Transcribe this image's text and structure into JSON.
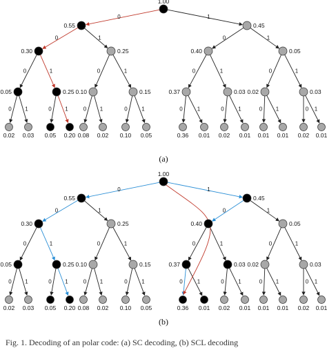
{
  "colors": {
    "black_node": "#000000",
    "gray_node": "#a8a8a8",
    "edge": "#222222",
    "path_red": "#c0392b",
    "path_blue": "#2b8fd6"
  },
  "panel_a": {
    "caption": "(a)",
    "probs": [
      "1.00",
      "0.55",
      "0.45",
      "0.30",
      "0.25",
      "0.40",
      "0.05",
      "0.05",
      "0.25",
      "0.10",
      "0.15",
      "0.37",
      "0.03",
      "0.02",
      "0.03"
    ],
    "leaves": [
      "0.02",
      "0.03",
      "0.05",
      "0.20",
      "0.08",
      "0.02",
      "0.10",
      "0.05",
      "0.36",
      "0.01",
      "0.02",
      "0.01",
      "0.01",
      "0.01",
      "0.02",
      "0.01"
    ],
    "black": [
      0,
      1,
      3,
      7,
      8
    ],
    "black_leaves": [
      2,
      3
    ],
    "red_edges": [
      [
        0,
        1
      ],
      [
        1,
        3
      ],
      [
        3,
        8
      ],
      [
        8,
        "L3"
      ]
    ],
    "blue_edges": [],
    "curve": false
  },
  "panel_b": {
    "caption": "(b)",
    "probs": [
      "1.00",
      "0.55",
      "0.45",
      "0.30",
      "0.25",
      "0.40",
      "0.05",
      "0.05",
      "0.25",
      "0.10",
      "0.15",
      "0.37",
      "0.03",
      "0.02",
      "0.03"
    ],
    "leaves": [
      "0.02",
      "0.03",
      "0.05",
      "0.20",
      "0.08",
      "0.02",
      "0.10",
      "0.05",
      "0.36",
      "0.01",
      "0.02",
      "0.01",
      "0.01",
      "0.01",
      "0.02",
      "0.01"
    ],
    "black": [
      0,
      1,
      2,
      3,
      5,
      7,
      8,
      11,
      12
    ],
    "black_leaves": [
      2,
      3,
      8,
      9
    ],
    "red_edges": [],
    "blue_edges": [
      [
        0,
        1
      ],
      [
        0,
        2
      ],
      [
        1,
        3
      ],
      [
        3,
        8
      ],
      [
        2,
        5
      ],
      [
        8,
        "L3"
      ],
      [
        11,
        "L8"
      ]
    ],
    "curve": true
  },
  "edge_labels": {
    "left": "0",
    "right": "1"
  },
  "footer": "Fig. 1.  Decoding of an polar code: (a) SC decoding, (b) SCL decoding"
}
